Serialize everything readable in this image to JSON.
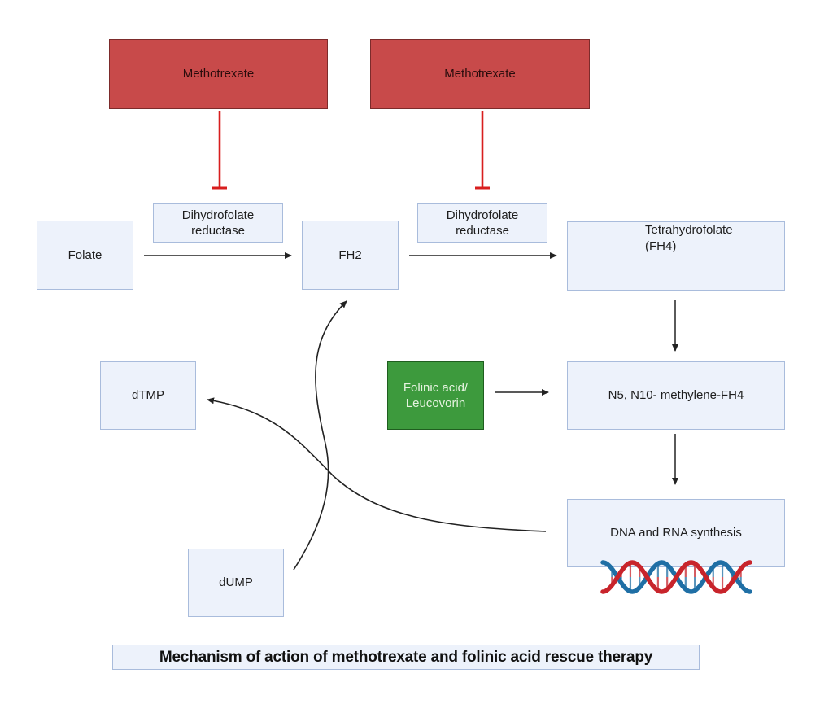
{
  "diagram": {
    "title": "Mechanism of action of methotrexate and folinic acid rescue therapy",
    "inhibitors": [
      {
        "label": "Methotrexate",
        "inhibits": "Dihydrofolate reductase (Folate → FH2)"
      },
      {
        "label": "Methotrexate",
        "inhibits": "Dihydrofolate reductase (FH2 → FH4)"
      }
    ],
    "enzymes": [
      {
        "line1": "Dihydrofolate",
        "line2": "reductase"
      },
      {
        "line1": "Dihydrofolate",
        "line2": "reductase"
      }
    ],
    "nodes": {
      "folate": "Folate",
      "fh2": "FH2",
      "fh4_line1": "Tetrahydrofolate",
      "fh4_line2": "(FH4)",
      "n5n10": "N5, N10- methylene-FH4",
      "dna_rna": "DNA and RNA synthesis",
      "dtmp": "dTMP",
      "dump": "dUMP",
      "rescue_line1": "Folinic acid/",
      "rescue_line2": "Leucovorin"
    },
    "edges": [
      {
        "from": "Folate",
        "to": "FH2",
        "type": "arrow"
      },
      {
        "from": "FH2",
        "to": "Tetrahydrofolate (FH4)",
        "type": "arrow"
      },
      {
        "from": "Tetrahydrofolate (FH4)",
        "to": "N5, N10- methylene-FH4",
        "type": "arrow"
      },
      {
        "from": "Folinic acid/Leucovorin",
        "to": "N5, N10- methylene-FH4",
        "type": "arrow"
      },
      {
        "from": "N5, N10- methylene-FH4",
        "to": "DNA and RNA synthesis",
        "type": "arrow"
      },
      {
        "from": "DNA and RNA synthesis",
        "to": "dTMP",
        "type": "curved-arrow"
      },
      {
        "from": "dUMP",
        "to": "FH2",
        "type": "curved-arrow"
      },
      {
        "from": "Methotrexate",
        "to": "Dihydrofolate reductase",
        "type": "inhibition"
      },
      {
        "from": "Methotrexate",
        "to": "Dihydrofolate reductase",
        "type": "inhibition"
      }
    ],
    "colors": {
      "drug": "#c84a4a",
      "rescue": "#3d9a3d",
      "node_fill": "#edf2fb",
      "node_border": "#a9bcdc",
      "inhibition": "#d81e1e",
      "arrow": "#222222",
      "dna_red": "#c8242b",
      "dna_blue": "#1f6fa5"
    }
  }
}
